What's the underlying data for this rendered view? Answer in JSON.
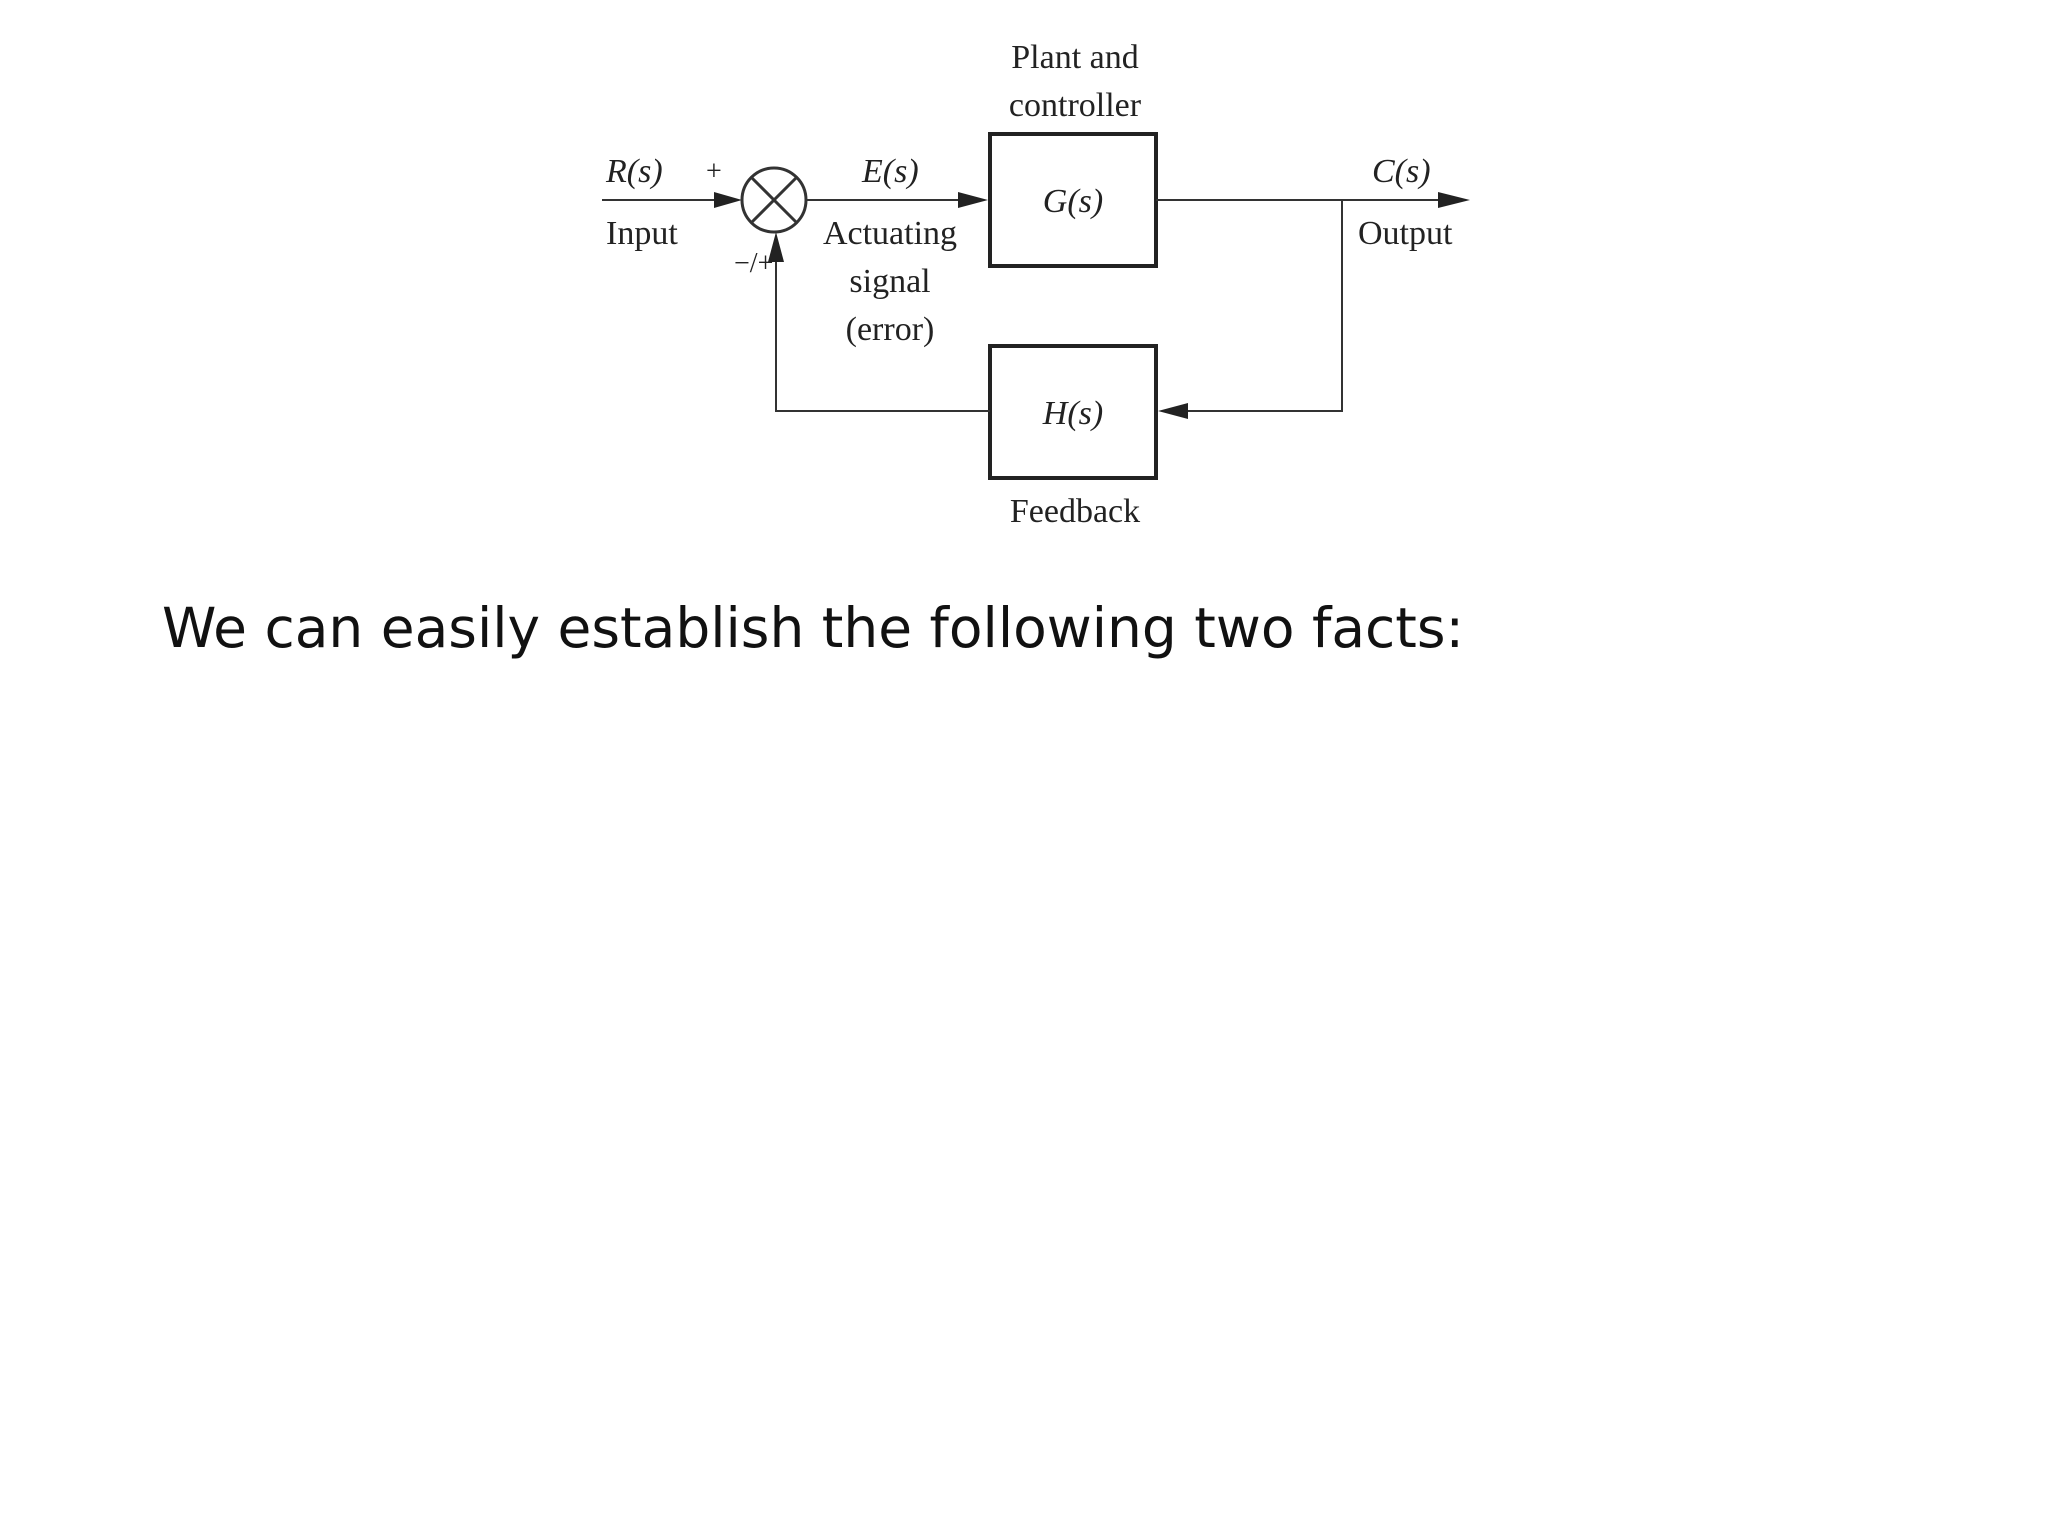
{
  "diagram": {
    "input": {
      "symbol": "R(s)",
      "label": "Input",
      "sign": "+"
    },
    "summing_junction": {
      "feedback_sign": "−/+"
    },
    "error": {
      "symbol": "E(s)",
      "label_lines": [
        "Actuating",
        "signal",
        "(error)"
      ]
    },
    "forward_block": {
      "symbol": "G(s)",
      "title_lines": [
        "Plant and",
        "controller"
      ]
    },
    "output": {
      "symbol": "C(s)",
      "label": "Output"
    },
    "feedback_block": {
      "symbol": "H(s)",
      "label": "Feedback"
    }
  },
  "text": {
    "caption": "We can easily establish the following two facts:"
  }
}
